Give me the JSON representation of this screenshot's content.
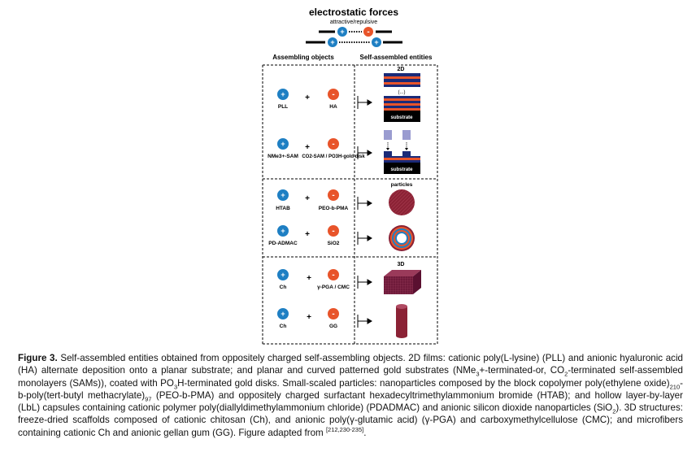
{
  "legend": {
    "title": "electrostatic forces",
    "subtitle": "attractive/repulsive",
    "plus": "+",
    "minus": "-"
  },
  "headers": {
    "left": "Assembling objects",
    "right": "Self-assembled entities"
  },
  "operator": "+",
  "arrow": "→",
  "rows": [
    {
      "cation": "PLL",
      "anion": "HA"
    },
    {
      "cation": "NMe3+-SAM",
      "anion": "CO2-SAM / PO3H-gold disk"
    },
    {
      "cation": "HTAB",
      "anion": "PEO-b-PMA"
    },
    {
      "cation": "PD-ADMAC",
      "anion": "SiO2"
    },
    {
      "cation": "Ch",
      "anion": "γ-PGA / CMC"
    },
    {
      "cation": "Ch",
      "anion": "GG"
    }
  ],
  "labels": {
    "two_d": "2D",
    "ellipsis": "(...)",
    "substrate": "substrate",
    "particles": "particles",
    "three_d": "3D"
  },
  "caption": {
    "lead": "Figure 3.",
    "p1": " Self-assembled entities obtained from oppositely charged self-assembling objects. 2D films: cationic poly(L-lysine) (PLL) and anionic hyaluronic acid (HA) alternate deposition onto a planar substrate; and planar and curved patterned gold substrates (NMe",
    "s1": "3",
    "p2": "+-terminated-or, CO",
    "s2": "2",
    "p3": "-terminated self-assembled monolayers (SAMs)), coated with PO",
    "s3": "3",
    "p4": "H-terminated gold disks. Small-scaled particles: nanoparticles composed by the block copolymer poly(ethylene oxide)",
    "s4": "210",
    "p5": "-b-poly(tert-butyl methacrylate)",
    "s5": "97",
    "p6": " (PEO-b-PMA) and oppositely charged surfactant hexadecyltrimethylammonium bromide (HTAB); and hollow layer-by-layer (LbL) capsules containing cationic polymer poly(diallyldimethylammonium chloride) (PDADMAC) and anionic silicon dioxide nanoparticles (SiO",
    "s6": "2",
    "p7": "). 3D structures: freeze-dried scaffolds composed of cationic chitosan (Ch), and anionic poly(γ-glutamic acid) (γ-PGA) and carboxymethylcellulose (CMC); and microfibers containing cationic Ch and anionic gellan gum (GG). Figure adapted from ",
    "ref": "[212,230-235]",
    "end": "."
  },
  "colors": {
    "cation": "#1e7fc3",
    "anion": "#e8542a",
    "navy": "#1a2a78",
    "orange": "#e8542a",
    "maroon": "#8b2235",
    "lilac": "#9a9cd0"
  }
}
